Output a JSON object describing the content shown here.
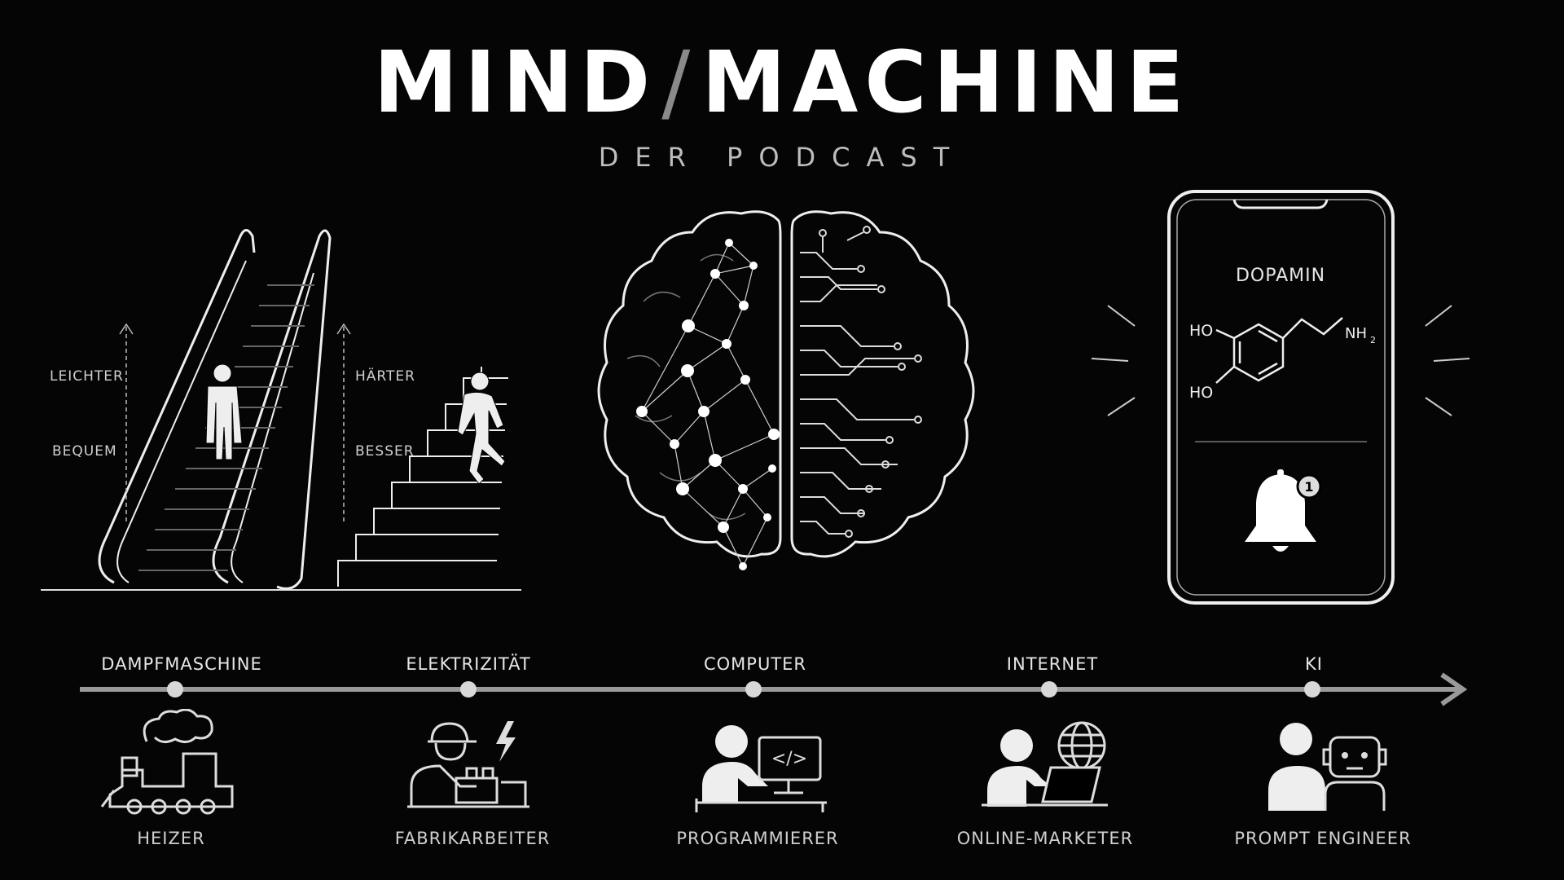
{
  "header": {
    "title_left": "MIND",
    "title_slash": "/",
    "title_right": "MACHINE",
    "subtitle": "DER PODCAST"
  },
  "left_scene": {
    "up_label_1": "LEICHTER",
    "up_label_2": "BEQUEM",
    "right_label_1": "HÄRTER",
    "right_label_2": "BESSER"
  },
  "phone": {
    "title": "DOPAMIN",
    "molecule": {
      "ho_top": "HO",
      "ho_bottom": "HO",
      "nh2": "NH",
      "nh2_sub": "2"
    },
    "badge": "1"
  },
  "timeline": [
    {
      "era": "DAMPFMASCHINE",
      "job": "HEIZER"
    },
    {
      "era": "ELEKTRIZITÄT",
      "job": "FABRIKARBEITER"
    },
    {
      "era": "COMPUTER",
      "job": "PROGRAMMIERER"
    },
    {
      "era": "INTERNET",
      "job": "ONLINE-MARKETER"
    },
    {
      "era": "KI",
      "job": "PROMPT ENGINEER"
    }
  ],
  "colors": {
    "background": "#050505",
    "accent": "#ffffff",
    "muted": "#8a8a8a",
    "timeline": "#9a9a9a"
  }
}
